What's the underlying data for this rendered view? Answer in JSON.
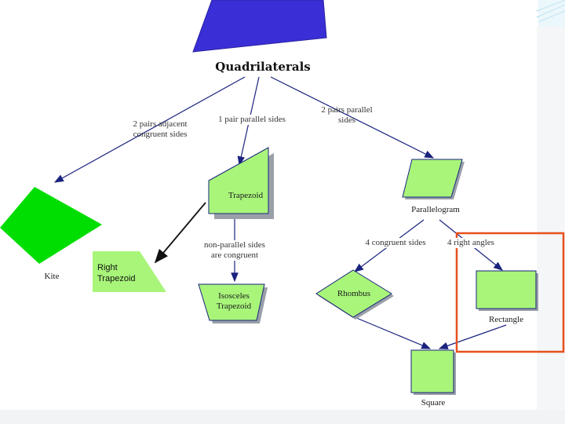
{
  "title": "Quadrilaterals",
  "branches": {
    "adjacent": [
      "2 pairs adjacent",
      "congruent sides"
    ],
    "one_parallel": "1 pair parallel sides",
    "two_parallel": [
      "2 pairs parallel",
      "sides"
    ],
    "non_parallel": [
      "non-parallel sides",
      "are congruent"
    ],
    "four_congruent": "4 congruent sides",
    "four_right": "4 right angles"
  },
  "shapes": {
    "kite": "Kite",
    "right_trapezoid": [
      "Right",
      "Trapezoid"
    ],
    "trapezoid": "Trapezoid",
    "isosceles": [
      "Isosceles",
      "Trapezoid"
    ],
    "parallelogram": "Parallelogram",
    "rhombus": "Rhombus",
    "rectangle": "Rectangle",
    "square": "Square"
  },
  "colors": {
    "shape_fill": "#a8f57a",
    "shape_shadow": "#9aa0a8",
    "kite_fill": "#00dd00",
    "top_shape": "#3a2fd6",
    "arrow": "#1a237e",
    "highlight": "#e8501d"
  }
}
